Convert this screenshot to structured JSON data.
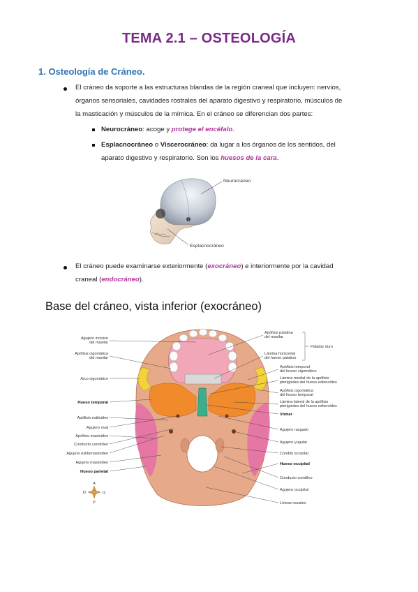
{
  "title": "TEMA 2.1 – OSTEOLOGÍA",
  "section": "1.  Osteología de Cráneo.",
  "bullet1": {
    "line1": "El cráneo da soporte a las estructuras blandas de la región craneal que incluyen: nervios,",
    "line2": "órganos sensoriales, cavidades rostrales del aparato digestivo y respiratorio, músculos de",
    "line3": "la masticación y músculos de la mímica. En el cráneo se diferencian dos partes:"
  },
  "sub1": {
    "term": "Neurocráneo",
    "text": ": acoge y ",
    "emph": "protege el encéfalo",
    "end": "."
  },
  "sub2": {
    "term1": "Esplacnocráneo",
    "mid": " o ",
    "term2": "Viscerocráneo",
    "text": ": da lugar a los órganos de los sentidos, del",
    "line2": "aparato digestivo y respiratorio. Son los ",
    "emph": "huesos de la cara",
    "end": "."
  },
  "skull_labels": {
    "top": "Neurocráneo",
    "bottom": "Esplacnocráneo"
  },
  "bullet2": {
    "a": "El cráneo puede examinarse exteriormente (",
    "emph1": "exocráneo",
    "b": ") e interiormente por la cavidad",
    "c": "craneal (",
    "emph2": "endocráneo",
    "d": ")."
  },
  "figure": {
    "title": "Base del cráneo, vista inferior (exocráneo)",
    "left_labels": [
      {
        "t1": "Agujero incisivo",
        "t2": "del maxilar",
        "bold": false
      },
      {
        "t1": "Apófisis cigomática",
        "t2": "del maxilar",
        "bold": false
      },
      {
        "t1": "Arco cigomático",
        "t2": "",
        "bold": false
      },
      {
        "t1": "Hueso temporal",
        "t2": "",
        "bold": true
      },
      {
        "t1": "Apófisis estiloides",
        "t2": "",
        "bold": false
      },
      {
        "t1": "Agujero oval",
        "t2": "",
        "bold": false
      },
      {
        "t1": "Apófisis mastoides",
        "t2": "",
        "bold": false
      },
      {
        "t1": "Conducto carotídeo",
        "t2": "",
        "bold": false
      },
      {
        "t1": "Agujero estilomastoideo",
        "t2": "",
        "bold": false
      },
      {
        "t1": "Agujero mastoideo",
        "t2": "",
        "bold": false
      },
      {
        "t1": "Hueso parietal",
        "t2": "",
        "bold": true
      }
    ],
    "right_labels": [
      {
        "t1": "Apófisis palatina",
        "t2": "del maxilar",
        "bold": false
      },
      {
        "t1": "Lámina horizontal",
        "t2": "del hueso palatino",
        "bold": false
      },
      {
        "t1": "Apófisis temporal",
        "t2": "del hueso cigomático",
        "bold": false
      },
      {
        "t1": "Lámina medial de la apófisis",
        "t2": "pterigoides del hueso esfenoides",
        "bold": false
      },
      {
        "t1": "Apófisis cigomática",
        "t2": "del hueso temporal",
        "bold": false
      },
      {
        "t1": "Lámina lateral de la apófisis",
        "t2": "pterigoides del hueso esfenoides",
        "bold": false
      },
      {
        "t1": "Vómer",
        "t2": "",
        "bold": true
      },
      {
        "t1": "Agujero rasgado",
        "t2": "",
        "bold": false
      },
      {
        "t1": "Agujero yugular",
        "t2": "",
        "bold": false
      },
      {
        "t1": "Cóndilo occipital",
        "t2": "",
        "bold": false
      },
      {
        "t1": "Hueso occipital",
        "t2": "",
        "bold": true
      },
      {
        "t1": "Conducto condíleo",
        "t2": "",
        "bold": false
      },
      {
        "t1": "Agujero occipital",
        "t2": "",
        "bold": false
      },
      {
        "t1": "Líneas nucales",
        "t2": "",
        "bold": false
      }
    ],
    "brace_label": "Paladar duro",
    "compass": {
      "n": "A",
      "s": "P",
      "w": "D",
      "e": "Iz"
    }
  }
}
